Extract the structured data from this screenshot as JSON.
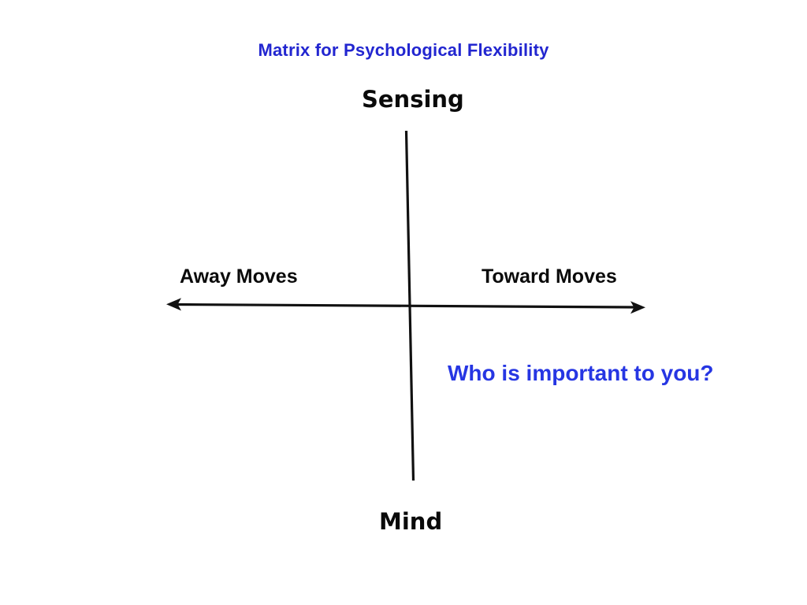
{
  "title": "Matrix for Psychological Flexibility",
  "diagram": {
    "vertical_axis": {
      "top_label": "Sensing",
      "bottom_label": "Mind"
    },
    "horizontal_axis": {
      "left_label": "Away Moves",
      "right_label": "Toward Moves"
    },
    "annotation": "Who is important to you?"
  },
  "colors": {
    "background": "#ffffff",
    "title_blue": "#2226d0",
    "annotation_blue": "#2636e3",
    "text_black": "#0a0a0a",
    "line_black": "#111111"
  }
}
